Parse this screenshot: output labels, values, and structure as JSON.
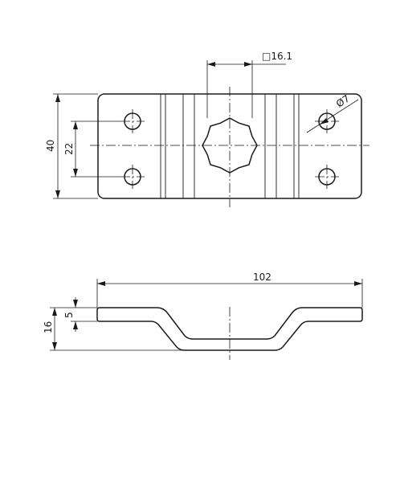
{
  "dimensions": {
    "square_size": "□16.1",
    "hole_diameter": "Ø7",
    "height_top": "40",
    "hole_spacing": "22",
    "overall_length": "102",
    "profile_height": "16",
    "flange_offset": "5"
  },
  "colors": {
    "line": "#1a1a1a",
    "background": "#ffffff"
  }
}
